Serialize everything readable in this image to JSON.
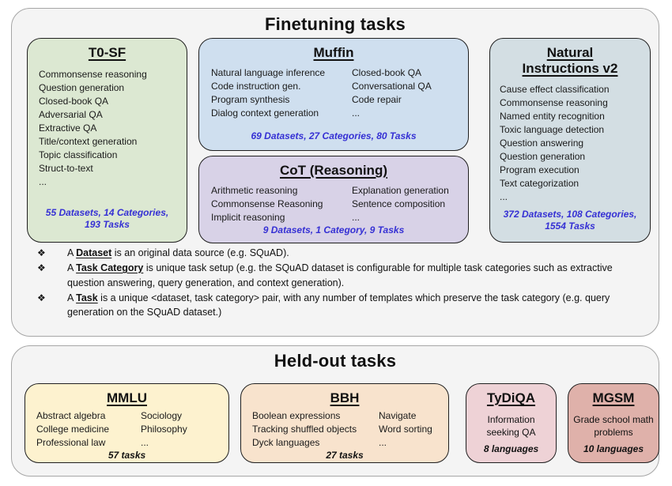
{
  "colors": {
    "container_bg": "#f4f4f4",
    "container_border": "#a6a6a6",
    "t0sf_bg": "#dce8d2",
    "muffin_bg": "#cfdfef",
    "cot_bg": "#d8d2e7",
    "niv2_bg": "#d3dee3",
    "mmlu_bg": "#fdf2cf",
    "bbh_bg": "#f8e3cd",
    "tydiqa_bg": "#eed2d6",
    "mgsm_bg": "#dfb1aa",
    "stats_blue": "#3530d4"
  },
  "finetuning": {
    "title": "Finetuning tasks",
    "boxes": {
      "t0sf": {
        "title": "T0-SF",
        "items": [
          "Commonsense reasoning",
          "Question generation",
          "Closed-book QA",
          "Adversarial QA",
          "Extractive QA",
          "Title/context generation",
          "Topic classification",
          "Struct-to-text",
          "..."
        ],
        "stats": "55 Datasets, 14 Categories, 193 Tasks"
      },
      "muffin": {
        "title": "Muffin",
        "col1": [
          "Natural language inference",
          "Code instruction gen.",
          "Program synthesis",
          "Dialog context generation"
        ],
        "col2": [
          "Closed-book QA",
          "Conversational QA",
          "Code repair",
          "..."
        ],
        "stats": "69 Datasets, 27 Categories, 80 Tasks"
      },
      "cot": {
        "title": "CoT (Reasoning)",
        "col1": [
          "Arithmetic reasoning",
          "Commonsense Reasoning",
          "Implicit reasoning"
        ],
        "col2": [
          "Explanation generation",
          "Sentence composition",
          "..."
        ],
        "stats": "9 Datasets, 1 Category, 9 Tasks"
      },
      "niv2": {
        "title_line1": "Natural",
        "title_line2": "Instructions v2",
        "items": [
          "Cause effect classification",
          "Commonsense reasoning",
          "Named entity recognition",
          "Toxic language detection",
          "Question answering",
          "Question generation",
          "Program execution",
          "Text categorization",
          "..."
        ],
        "stats": "372 Datasets, 108 Categories, 1554 Tasks"
      }
    },
    "bullet_glyph": "❖",
    "notes": [
      {
        "prefix": "A ",
        "term": "Dataset",
        "rest": " is an original data source (e.g. SQuAD)."
      },
      {
        "prefix": "A ",
        "term": "Task Category",
        "rest": " is unique task setup (e.g. the SQuAD dataset is configurable for multiple task categories such as extractive question answering, query generation, and context generation)."
      },
      {
        "prefix": "A ",
        "term": "Task",
        "rest": " is a unique <dataset, task category> pair, with any number of templates which preserve the task category (e.g. query generation on the SQuAD dataset.)"
      }
    ]
  },
  "heldout": {
    "title": "Held-out tasks",
    "boxes": {
      "mmlu": {
        "title": "MMLU",
        "col1": [
          "Abstract algebra",
          "College medicine",
          "Professional law"
        ],
        "col2": [
          "Sociology",
          "Philosophy",
          "..."
        ],
        "stats": "57 tasks"
      },
      "bbh": {
        "title": "BBH",
        "col1": [
          "Boolean expressions",
          "Tracking shuffled objects",
          "Dyck languages"
        ],
        "col2": [
          "Navigate",
          "Word sorting",
          "..."
        ],
        "stats": "27 tasks"
      },
      "tydiqa": {
        "title": "TyDiQA",
        "desc": "Information seeking QA",
        "stats": "8 languages"
      },
      "mgsm": {
        "title": "MGSM",
        "desc": "Grade school math problems",
        "stats": "10 languages"
      }
    }
  }
}
